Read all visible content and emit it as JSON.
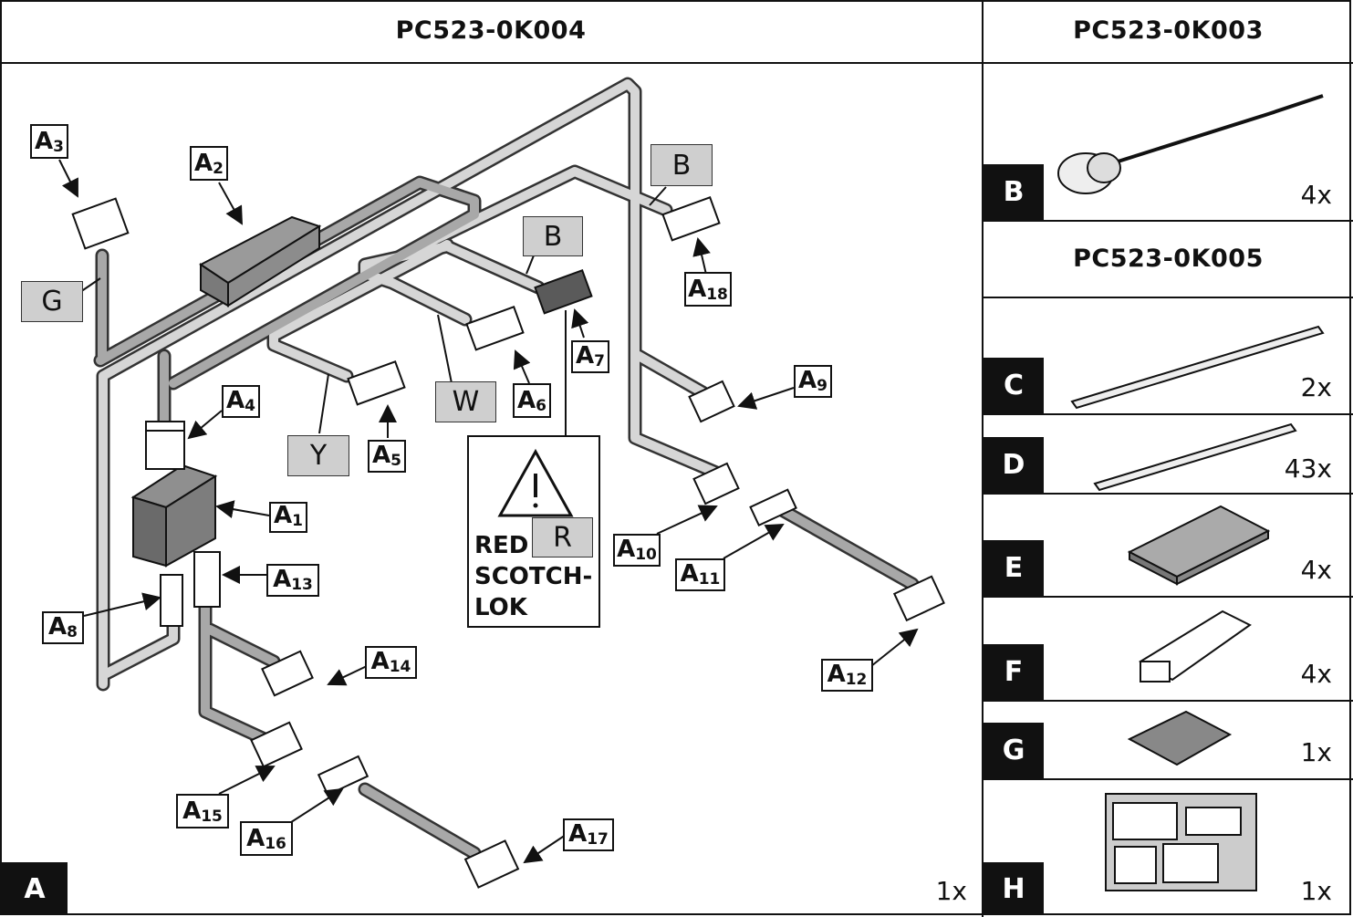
{
  "headers": {
    "main": "PC523-0K004",
    "right_top": "PC523-0K003",
    "right_mid": "PC523-0K005"
  },
  "panels": [
    {
      "letter": "A",
      "qty": "1x"
    },
    {
      "letter": "B",
      "qty": "4x"
    },
    {
      "letter": "C",
      "qty": "2x"
    },
    {
      "letter": "D",
      "qty": "43x"
    },
    {
      "letter": "E",
      "qty": "4x"
    },
    {
      "letter": "F",
      "qty": "4x"
    },
    {
      "letter": "G",
      "qty": "1x"
    },
    {
      "letter": "H",
      "qty": "1x"
    }
  ],
  "part_labels": {
    "A1": {
      "main": "A",
      "sub": "1"
    },
    "A2": {
      "main": "A",
      "sub": "2"
    },
    "A3": {
      "main": "A",
      "sub": "3"
    },
    "A4": {
      "main": "A",
      "sub": "4"
    },
    "A5": {
      "main": "A",
      "sub": "5"
    },
    "A6": {
      "main": "A",
      "sub": "6"
    },
    "A7": {
      "main": "A",
      "sub": "7"
    },
    "A8": {
      "main": "A",
      "sub": "8"
    },
    "A9": {
      "main": "A",
      "sub": "9"
    },
    "A10": {
      "main": "A",
      "sub": "10"
    },
    "A11": {
      "main": "A",
      "sub": "11"
    },
    "A12": {
      "main": "A",
      "sub": "12"
    },
    "A13": {
      "main": "A",
      "sub": "13"
    },
    "A14": {
      "main": "A",
      "sub": "14"
    },
    "A15": {
      "main": "A",
      "sub": "15"
    },
    "A16": {
      "main": "A",
      "sub": "16"
    },
    "A17": {
      "main": "A",
      "sub": "17"
    },
    "A18": {
      "main": "A",
      "sub": "18"
    }
  },
  "wire_tags": {
    "b1": "B",
    "b2": "B",
    "g": "G",
    "w": "W",
    "y": "Y",
    "r": "R"
  },
  "warning": {
    "text": "RED\nSCOTCH-\nLOK"
  },
  "colors": {
    "wire_fill": "#c8c8c8",
    "tag_fill": "#cfcfcf",
    "dark_part": "#5a5a5a"
  }
}
